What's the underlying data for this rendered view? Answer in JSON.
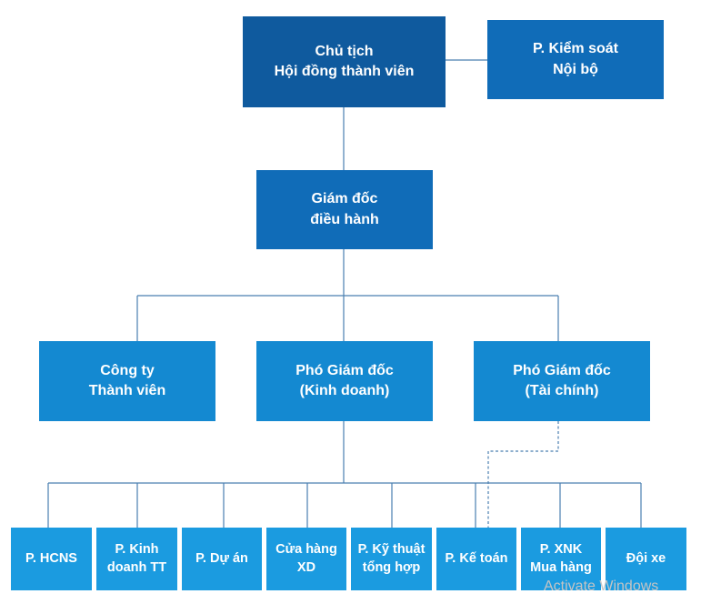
{
  "boxes": {
    "chairman": [
      "Chủ tịch",
      "Hội đồng thành viên"
    ],
    "audit": [
      "P. Kiểm soát",
      "Nội bộ"
    ],
    "ceo": [
      "Giám đốc",
      "điều hành"
    ],
    "subsidiary": [
      "Công ty",
      "Thành viên"
    ],
    "vp_sales": [
      "Phó Giám đốc",
      "(Kinh doanh)"
    ],
    "vp_finance": [
      "Phó Giám đốc",
      "(Tài chính)"
    ],
    "dept_hr": [
      "P. HCNS"
    ],
    "dept_business": [
      "P. Kinh",
      "doanh TT"
    ],
    "dept_projects": [
      "P. Dự án"
    ],
    "dept_store": [
      "Cửa hàng",
      "XD"
    ],
    "dept_tech": [
      "P. Kỹ thuật",
      "tổng hợp"
    ],
    "dept_accounting": [
      "P. Kế toán"
    ],
    "dept_import": [
      "P. XNK",
      "Mua hàng"
    ],
    "dept_fleet": [
      "Đội xe"
    ]
  },
  "colors": {
    "level0": "#0f5a9e",
    "level1": "#106cb8",
    "level2": "#1489d1",
    "level3": "#1b9be0",
    "connector": "#4a7fb0"
  },
  "watermark": "Activate Windows"
}
